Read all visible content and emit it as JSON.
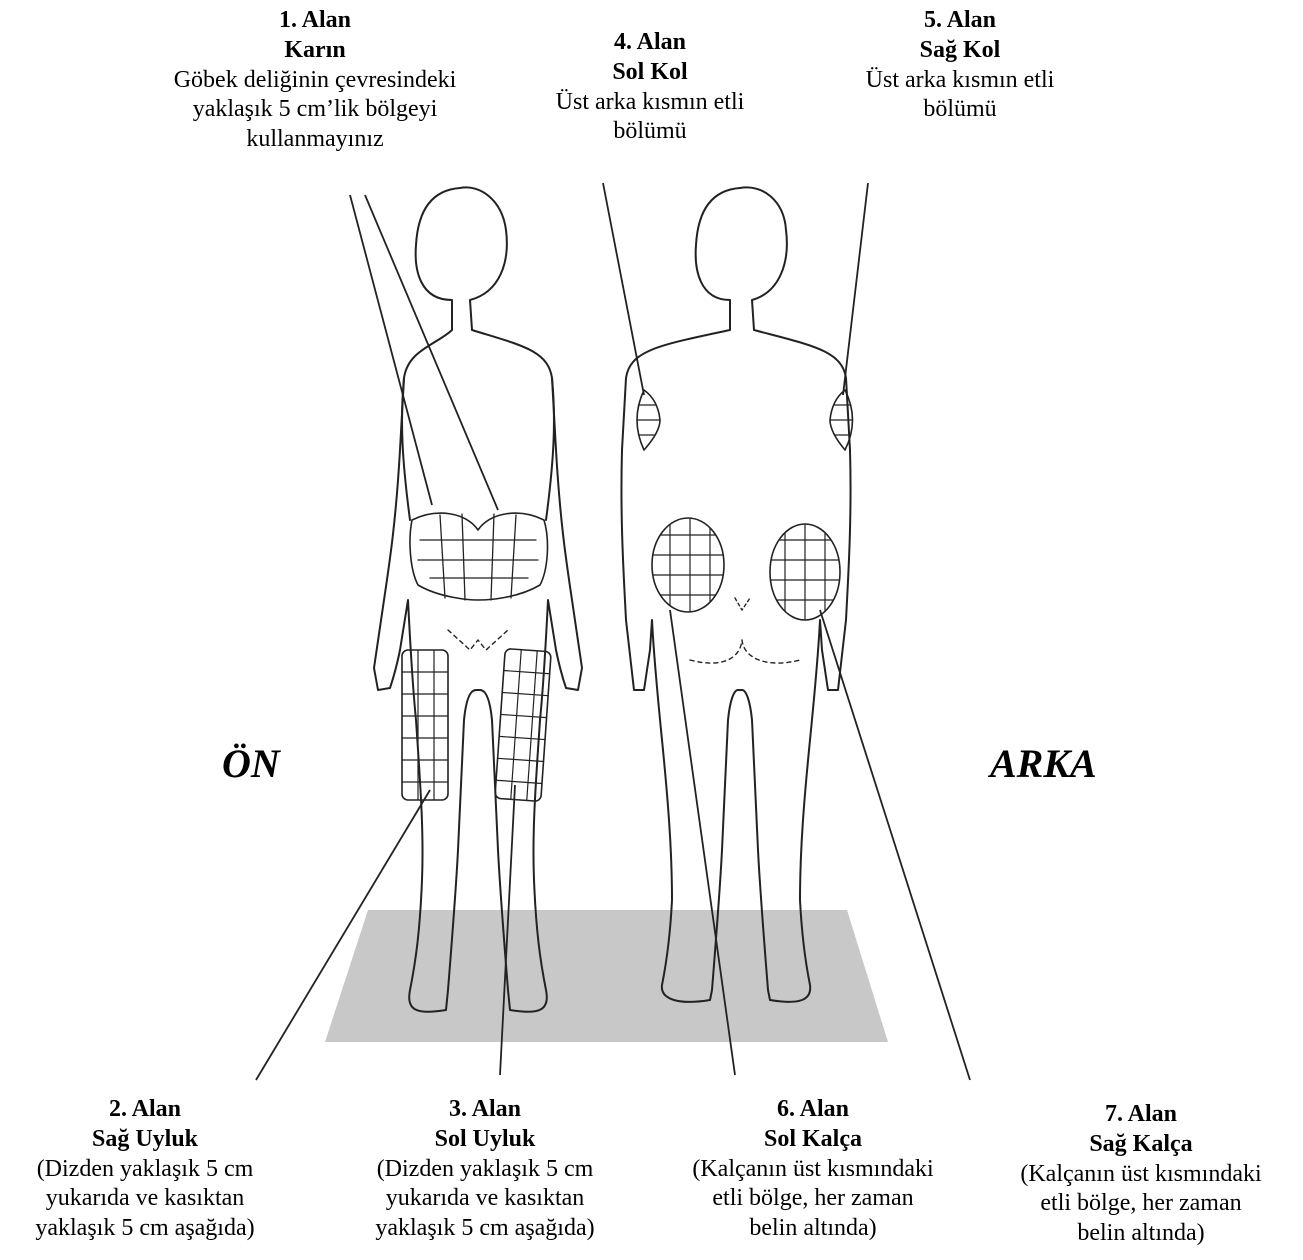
{
  "views": {
    "front": "ÖN",
    "back": "ARKA"
  },
  "sites": [
    {
      "num": "1. Alan",
      "name": "Karın",
      "desc": [
        "Göbek deliğinin çevresindeki",
        "yaklaşık 5 cm’lik bölgeyi",
        "kullanmayınız"
      ]
    },
    {
      "num": "2. Alan",
      "name": "Sağ Uyluk",
      "desc": [
        "(Dizden yaklaşık 5 cm",
        "yukarıda ve kasıktan",
        "yaklaşık 5 cm aşağıda)"
      ]
    },
    {
      "num": "3. Alan",
      "name": "Sol Uyluk",
      "desc": [
        "(Dizden yaklaşık 5 cm",
        "yukarıda ve kasıktan",
        "yaklaşık 5 cm aşağıda)"
      ]
    },
    {
      "num": "4. Alan",
      "name": "Sol Kol",
      "desc": [
        "Üst arka kısmın etli",
        "bölümü"
      ]
    },
    {
      "num": "5. Alan",
      "name": "Sağ Kol",
      "desc": [
        "Üst arka kısmın etli",
        "bölümü"
      ]
    },
    {
      "num": "6. Alan",
      "name": "Sol Kalça",
      "desc": [
        "(Kalçanın üst kısmındaki",
        "etli bölge, her zaman",
        "belin altında)"
      ]
    },
    {
      "num": "7. Alan",
      "name": "Sağ Kalça",
      "desc": [
        "(Kalçanın üst kısmındaki",
        "etli bölge, her zaman",
        "belin altında)"
      ]
    }
  ],
  "colors": {
    "floor": "#c8c8c8",
    "outline": "#222222"
  }
}
